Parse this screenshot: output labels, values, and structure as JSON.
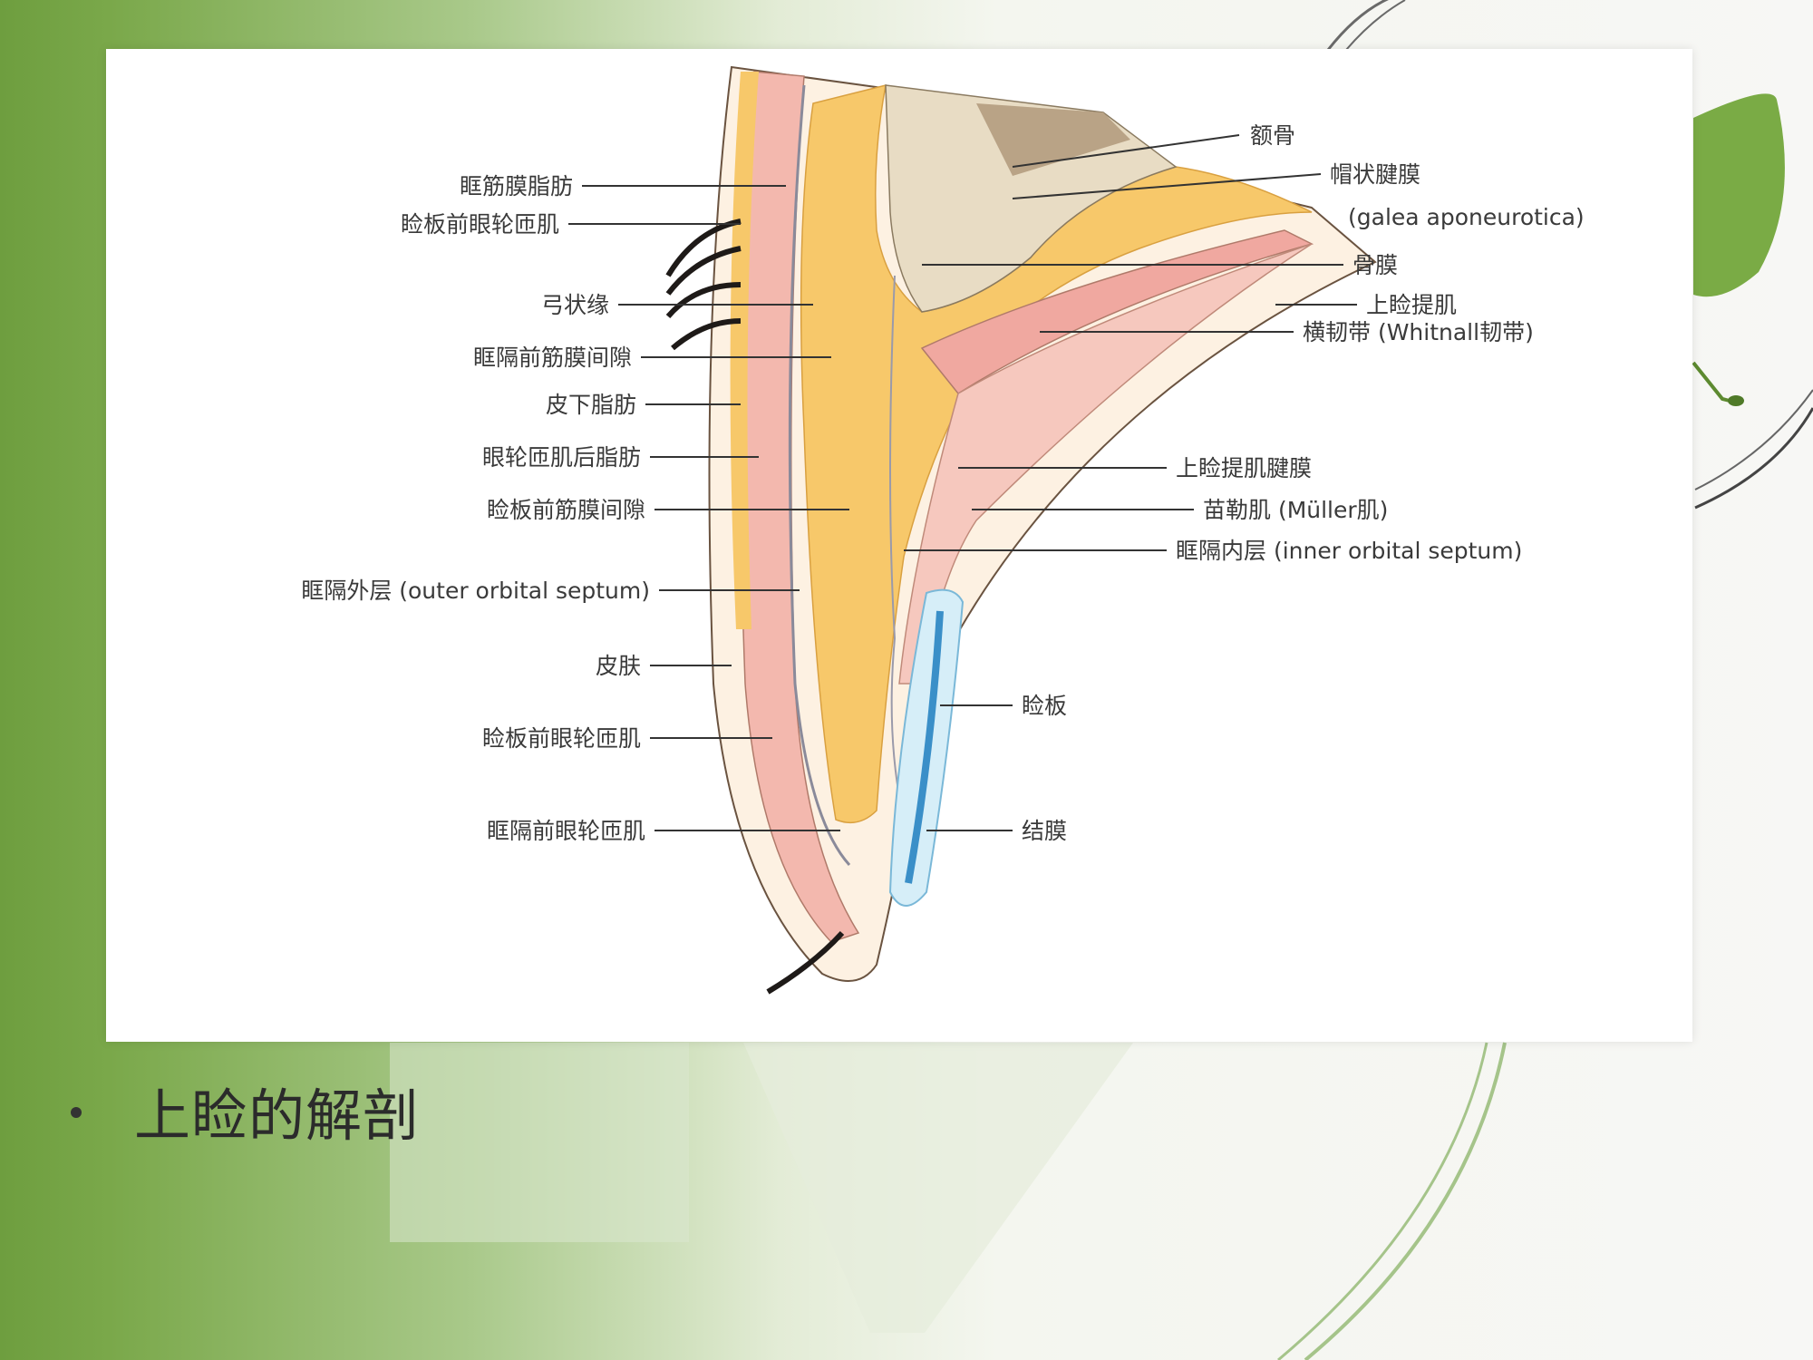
{
  "slide": {
    "caption": "上睑的解剖"
  },
  "diagram": {
    "labels_left": [
      "眶筋膜脂肪",
      "睑板前眼轮匝肌",
      "弓状缘",
      "眶隔前筋膜间隙",
      "皮下脂肪",
      "眼轮匝肌后脂肪",
      "睑板前筋膜间隙",
      "眶隔外层 (outer orbital septum)",
      "皮肤",
      "睑板前眼轮匝肌",
      "眶隔前眼轮匝肌"
    ],
    "labels_right": [
      "额骨",
      "帽状腱膜",
      "(galea aponeurotica)",
      "骨膜",
      "上睑提肌",
      "横韧带 (Whitnall韧带)",
      "上睑提肌腱膜",
      "苗勒肌 (Müller肌)",
      "眶隔内层 (inner orbital septum)",
      "睑板",
      "结膜"
    ],
    "colors": {
      "fat": "#f7c86a",
      "muscle": "#f0a8a0",
      "tarsus": "#4fa8d8",
      "bone": "#e8dcc4",
      "skin": "#fdf1e2"
    }
  }
}
